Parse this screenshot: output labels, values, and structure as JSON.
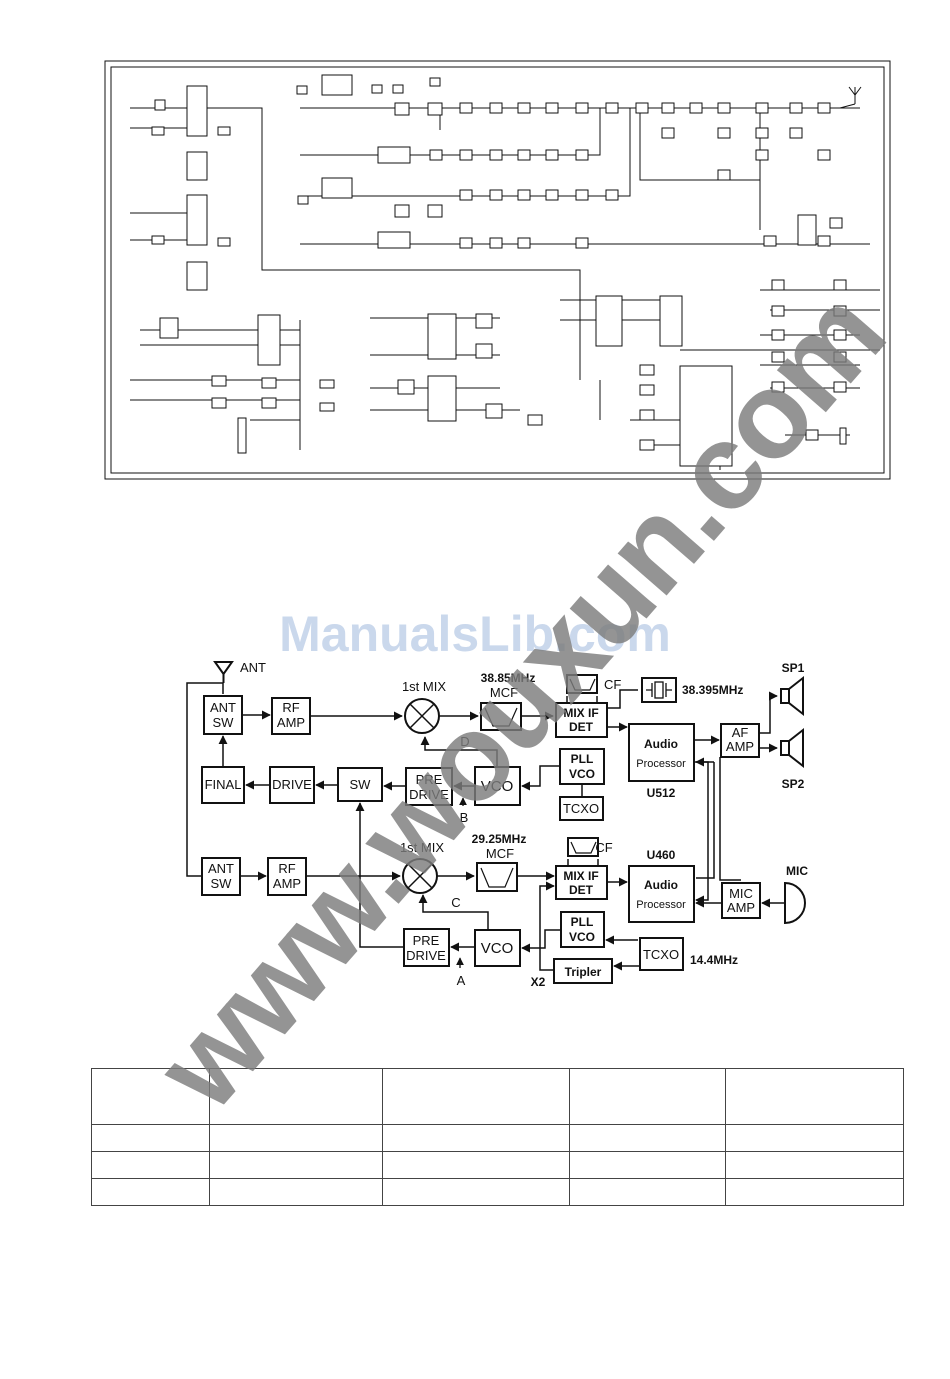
{
  "schematic": {},
  "watermarks": {
    "site": "ManualsLib.com",
    "diagonal": "www.wouxun.com"
  },
  "block_diagram": {
    "antenna_label": "ANT",
    "rx": {
      "ant_sw": [
        "ANT",
        "SW"
      ],
      "rf_amp": [
        "RF",
        "AMP"
      ],
      "mix_label": "1st MIX",
      "mcf_freq": "38.85MHz",
      "mcf_label": "MCF",
      "cf_label": "CF",
      "crystal_freq": "38.395MHz",
      "mix_if_det": [
        "MIX IF",
        "DET"
      ],
      "audio_processor": [
        "Audio",
        "Processor"
      ],
      "chip": "U512",
      "af_amp": [
        "AF",
        "AMP"
      ],
      "speaker1": "SP1",
      "speaker2": "SP2",
      "pll_vco": [
        "PLL",
        "VCO"
      ],
      "tcxo": "TCXO",
      "vco": "VCO",
      "pre_drive": [
        "PRE",
        "DRIVE"
      ],
      "point_d": "D",
      "point_b": "B"
    },
    "tx_chain": {
      "final": "FINAL",
      "drive": "DRIVE",
      "sw": "SW"
    },
    "tx": {
      "ant_sw": [
        "ANT",
        "SW"
      ],
      "rf_amp": [
        "RF",
        "AMP"
      ],
      "mix_label": "1st MIX",
      "mcf_freq": "29.25MHz",
      "mcf_label": "MCF",
      "cf_label": "CF",
      "mix_if_det": [
        "MIX IF",
        "DET"
      ],
      "chip": "U460",
      "audio_processor": [
        "Audio",
        "Processor"
      ],
      "mic_amp": [
        "MIC",
        "AMP"
      ],
      "mic": "MIC",
      "pll_vco": [
        "PLL",
        "VCO"
      ],
      "tcxo": "TCXO",
      "tcxo_freq": "14.4MHz",
      "tripler": "Tripler",
      "x2": "X2",
      "vco": "VCO",
      "pre_drive": [
        "PRE",
        "DRIVE"
      ],
      "point_c": "C",
      "point_a": "A"
    }
  },
  "table": {}
}
